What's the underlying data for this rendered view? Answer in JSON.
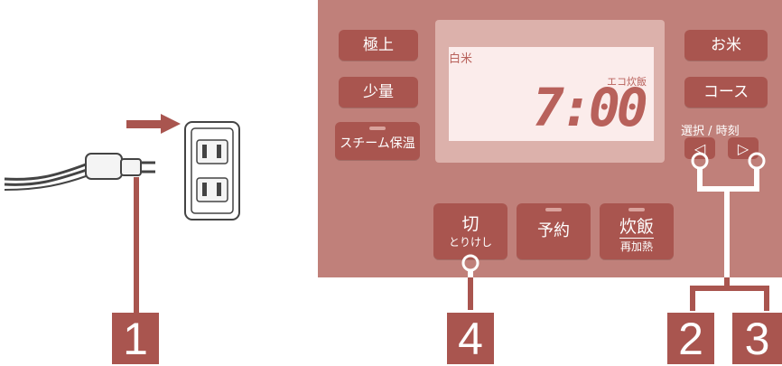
{
  "panel": {
    "buttons": {
      "gokujo": "極上",
      "shouryou": "少量",
      "steam": "スチーム保温",
      "okome": "お米",
      "course": "コース",
      "kiri": "切",
      "kiri_sub": "とりけし",
      "yoyaku": "予約",
      "suihan": "炊飯",
      "suihan_sub": "再加熱"
    },
    "lcd": {
      "mode": "白米",
      "sub_mode": "エコ炊飯",
      "time": "7:00"
    },
    "select_time_label": "選択 / 時刻",
    "arrows": {
      "left": "◁",
      "right": "▷"
    }
  },
  "steps": {
    "one": "1",
    "two": "2",
    "three": "3",
    "four": "4"
  },
  "colors": {
    "panel": "#c0807a",
    "button": "#a9554f",
    "lcd": "#fbeceb",
    "accent": "#b8615b"
  }
}
